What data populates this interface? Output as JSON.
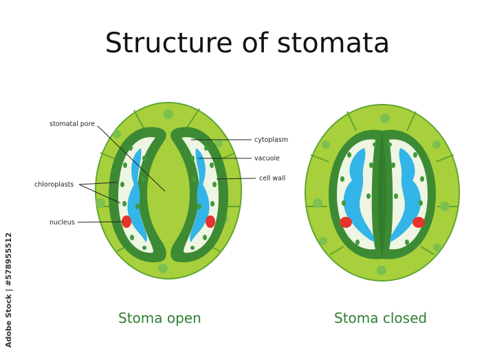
{
  "title": "Structure of stomata",
  "labels": {
    "stomatal_pore": "stomatal pore",
    "chloroplasts": "chloroplasts",
    "nucleus": "nucleus",
    "cytoplasm": "cytoplasm",
    "vacuole": "vacuole",
    "cell_wall": "cell wall"
  },
  "captions": {
    "open": "Stoma open",
    "closed": "Stoma closed"
  },
  "watermark": "Adobe Stock | #578955512",
  "colors": {
    "subsidiary": "#a8d03c",
    "subsidiary_border": "#5ea52e",
    "guard_wall": "#3d8a34",
    "cytoplasm": "#eef5e2",
    "vacuole": "#33b5e8",
    "nucleus": "#e8322c",
    "chloroplast": "#3f9a3a",
    "caption": "#2e7d32"
  }
}
